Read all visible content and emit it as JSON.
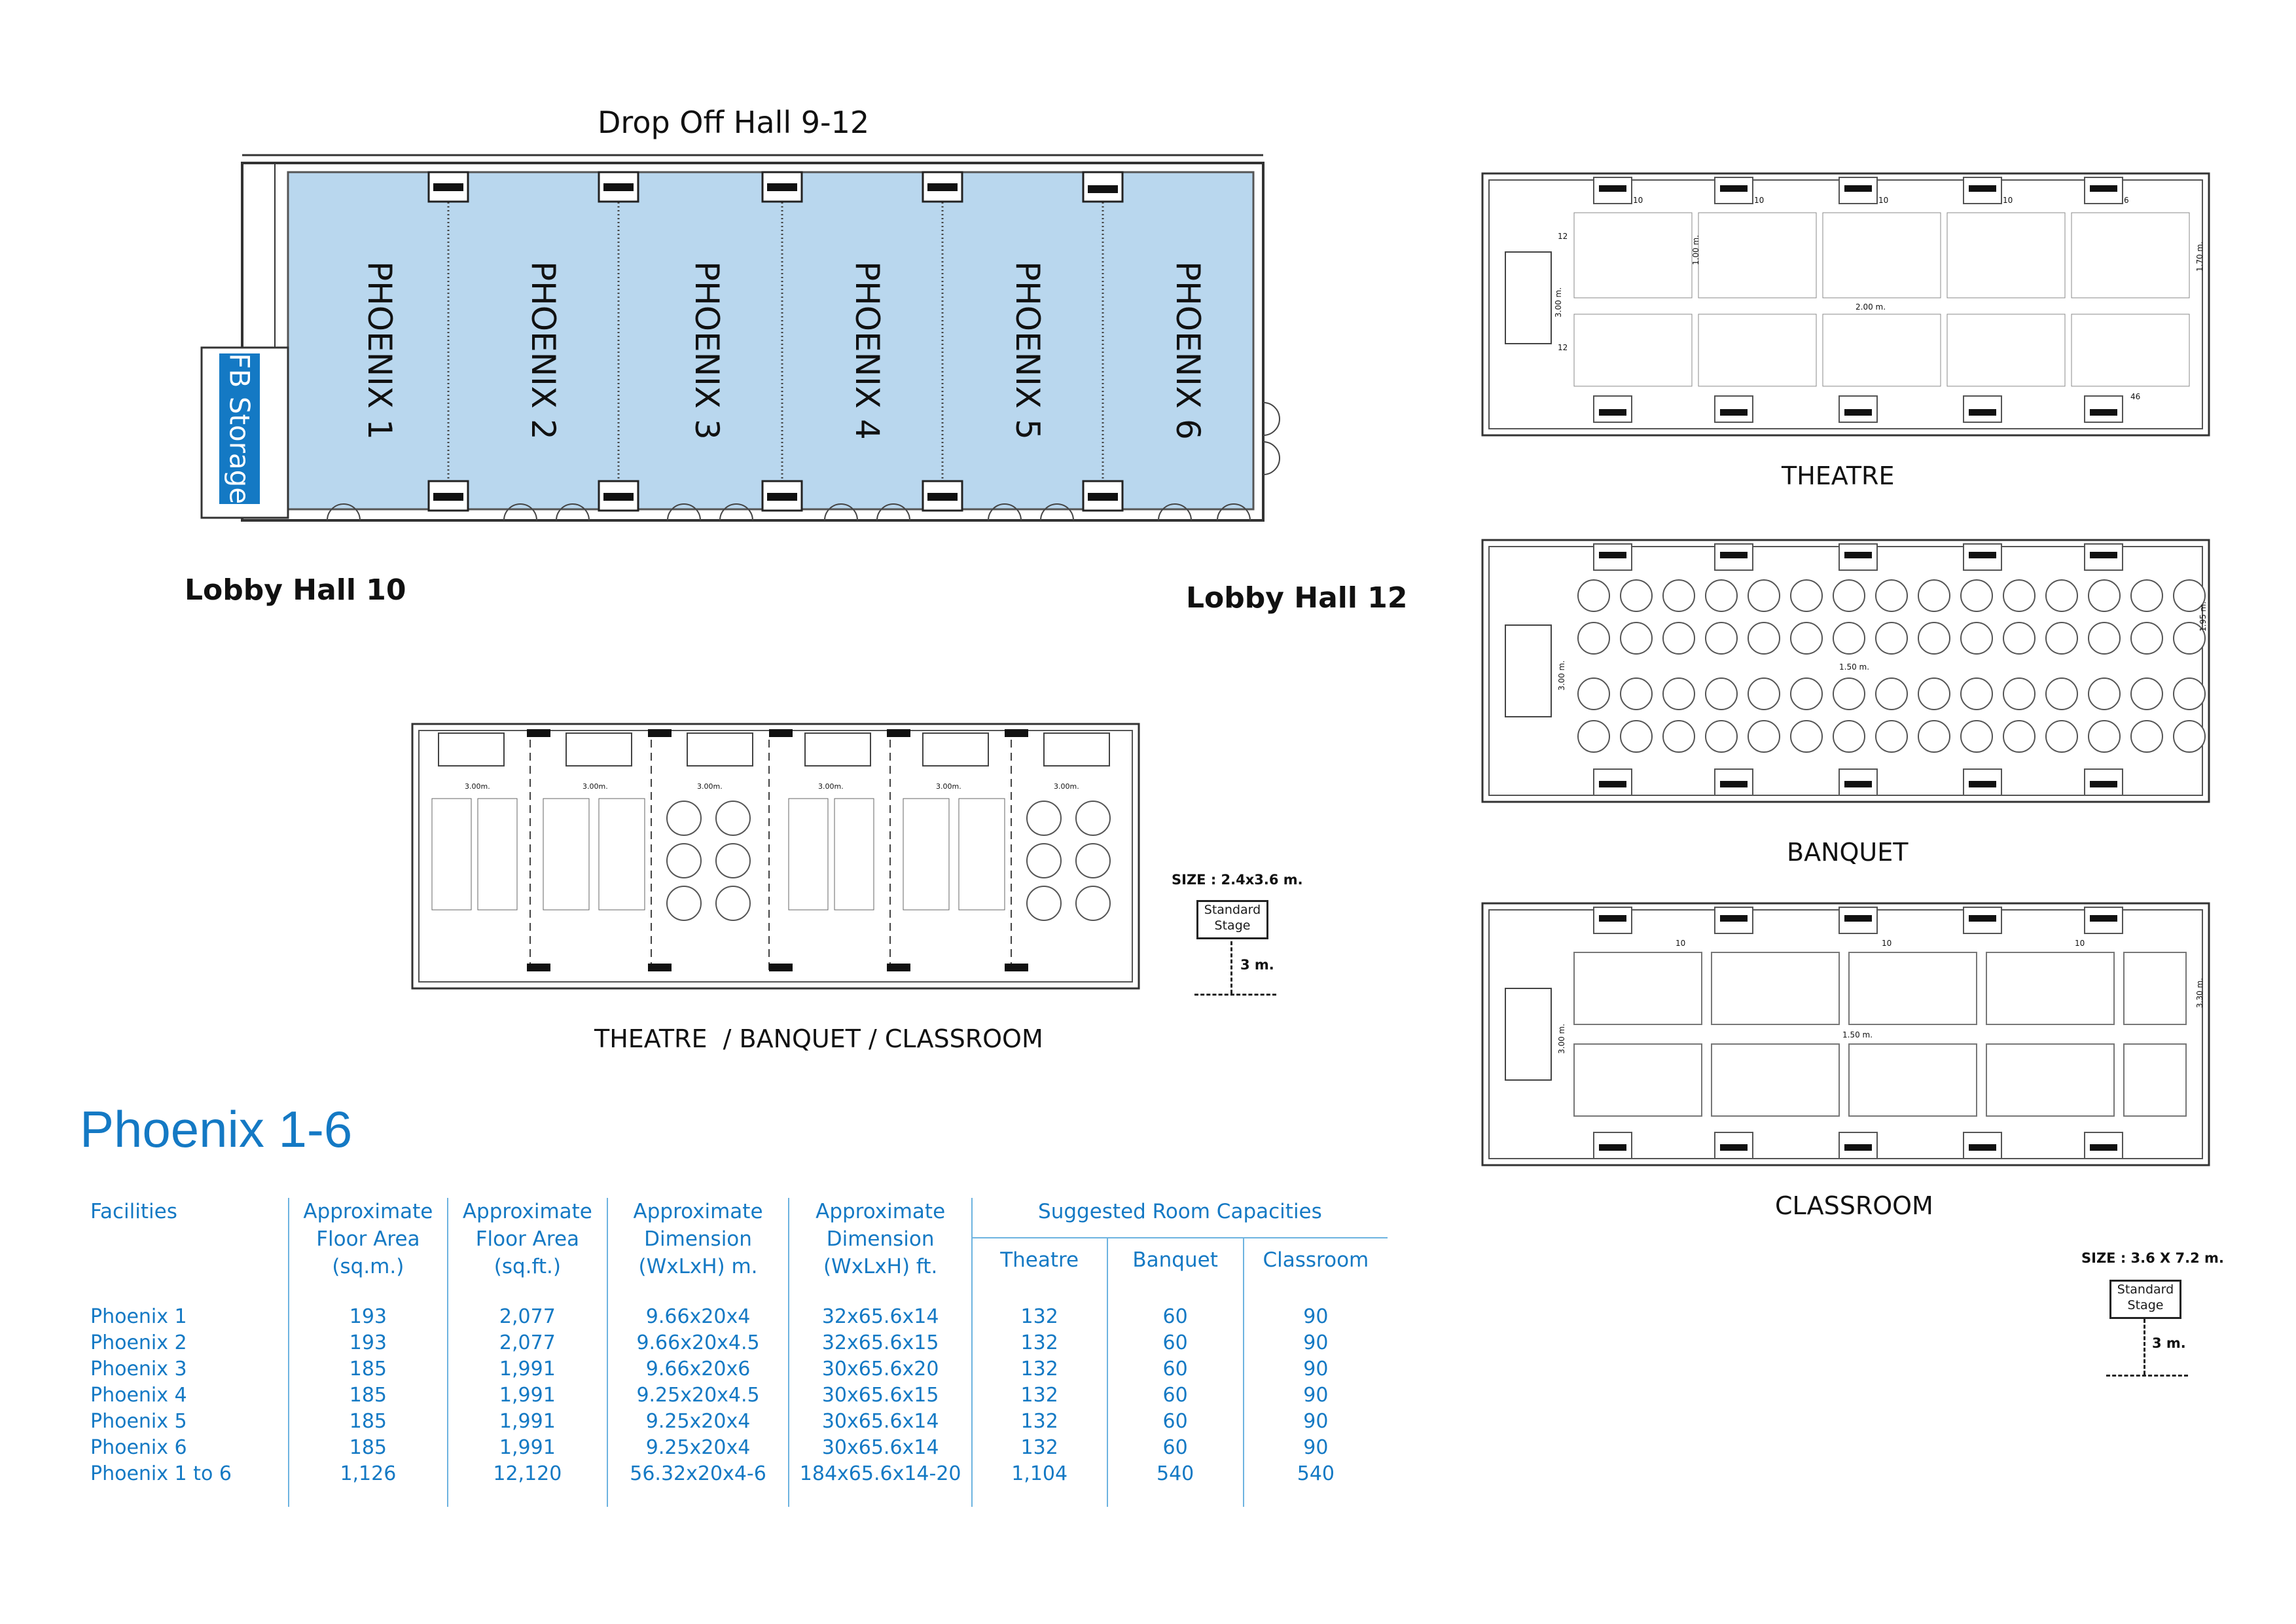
{
  "main_plan": {
    "drop_off": "Drop Off Hall 9-12",
    "lobby_left": "Lobby Hall 10",
    "lobby_right": "Lobby Hall 12",
    "storage": "FB Storage",
    "rooms": [
      "PHOENIX 1",
      "PHOENIX 2",
      "PHOENIX 3",
      "PHOENIX 4",
      "PHOENIX 5",
      "PHOENIX 6"
    ],
    "room_color": "#b9d7ee",
    "storage_color": "#1479c4"
  },
  "small_plan": {
    "caption": "THEATRE  / BANQUET / CLASSROOM",
    "dim_labels": [
      "3.00m.",
      "3.00m.",
      "3.00m.",
      "3.00m.",
      "3.00m.",
      "3.00m."
    ],
    "stage": {
      "size": "SIZE : 2.4x3.6 m.",
      "label_1": "Standard",
      "label_2": "Stage",
      "height": "3 m."
    }
  },
  "theatre_plan": {
    "caption": "THEATRE",
    "dims": [
      "3.00 m.",
      "2.00 m.",
      "1.00 m.",
      "1.70 m."
    ],
    "counts": [
      "10",
      "10",
      "10",
      "10",
      "6",
      "12",
      "12",
      "46"
    ]
  },
  "banquet_plan": {
    "caption": "BANQUET",
    "dims": [
      "3.00 m.",
      "1.50 m.",
      "1.95 m."
    ]
  },
  "classroom_plan": {
    "caption": "CLASSROOM",
    "dims": [
      "3.00 m.",
      "1.50 m.",
      "3.30 m."
    ],
    "counts": [
      "10",
      "10",
      "10"
    ]
  },
  "stage_right": {
    "size": "SIZE : 3.6 X 7.2 m.",
    "label_1": "Standard",
    "label_2": "Stage",
    "height": "3 m."
  },
  "section_title": "Phoenix 1-6",
  "table": {
    "headers": {
      "facilities": "Facilities",
      "area_sqm": [
        "Approximate",
        "Floor Area",
        "(sq.m.)"
      ],
      "area_sqft": [
        "Approximate",
        "Floor Area",
        "(sq.ft.)"
      ],
      "dim_m": [
        "Approximate",
        "Dimension",
        "(WxLxH) m."
      ],
      "dim_ft": [
        "Approximate",
        "Dimension",
        "(WxLxH) ft."
      ],
      "capacities": "Suggested Room Capacities",
      "theatre": "Theatre",
      "banquet": "Banquet",
      "classroom": "Classroom"
    },
    "rows": [
      [
        "Phoenix 1",
        "193",
        "2,077",
        "9.66x20x4",
        "32x65.6x14",
        "132",
        "60",
        "90"
      ],
      [
        "Phoenix 2",
        "193",
        "2,077",
        "9.66x20x4.5",
        "32x65.6x15",
        "132",
        "60",
        "90"
      ],
      [
        "Phoenix 3",
        "185",
        "1,991",
        "9.66x20x6",
        "30x65.6x20",
        "132",
        "60",
        "90"
      ],
      [
        "Phoenix 4",
        "185",
        "1,991",
        "9.25x20x4.5",
        "30x65.6x15",
        "132",
        "60",
        "90"
      ],
      [
        "Phoenix 5",
        "185",
        "1,991",
        "9.25x20x4",
        "30x65.6x14",
        "132",
        "60",
        "90"
      ],
      [
        "Phoenix 6",
        "185",
        "1,991",
        "9.25x20x4",
        "30x65.6x14",
        "132",
        "60",
        "90"
      ],
      [
        "Phoenix 1 to 6",
        "1,126",
        "12,120",
        "56.32x20x4-6",
        "184x65.6x14-20",
        "1,104",
        "540",
        "540"
      ]
    ]
  }
}
